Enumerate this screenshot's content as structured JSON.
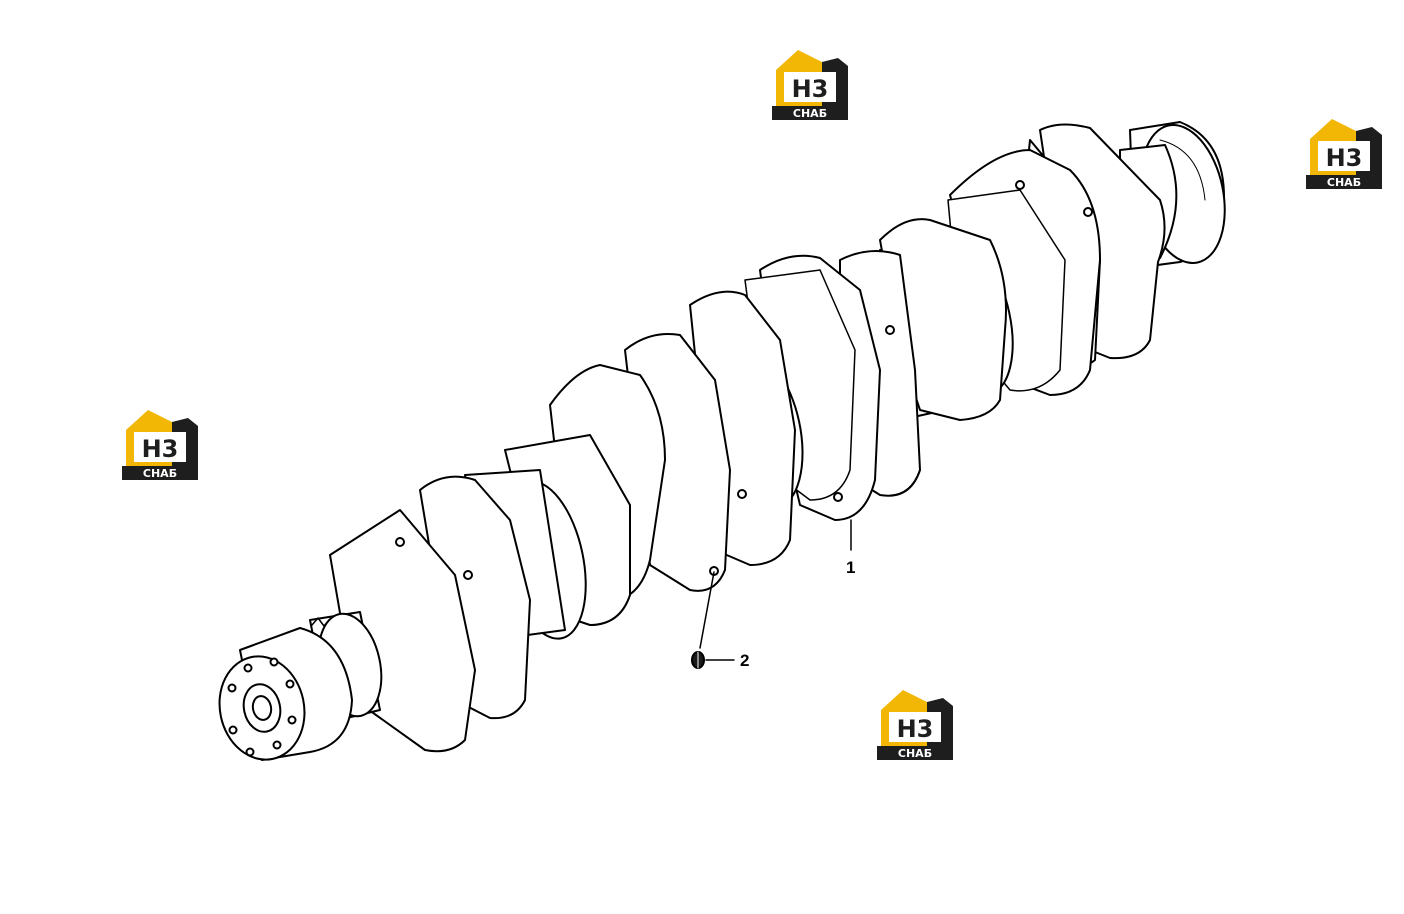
{
  "logo": {
    "letters": "H3",
    "caption": "СНАБ",
    "accent_color": "#f2b705",
    "dark_color": "#1e1e1e"
  },
  "callouts": [
    {
      "label": "1",
      "part": "crankshaft"
    },
    {
      "label": "2",
      "part": "plug"
    }
  ]
}
